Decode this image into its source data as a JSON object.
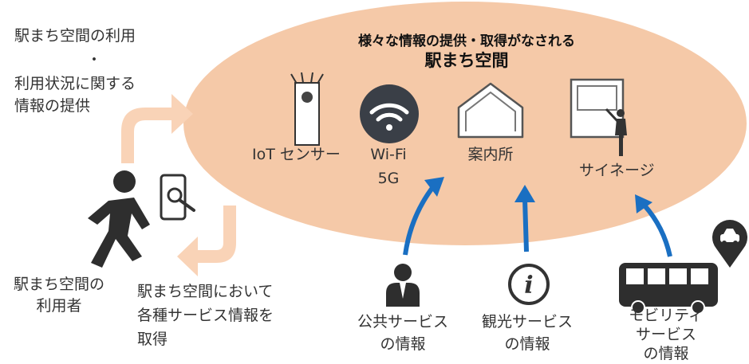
{
  "colors": {
    "ellipse_fill": "#F5C9A8",
    "peach_arrow": "#F9D3B7",
    "blue_arrow": "#1A6FC2",
    "icon_dark": "#2E2E2E",
    "wifi_circle": "#3A3F47"
  },
  "ellipse": {
    "title_line1": "様々な情報の提供・取得がなされる",
    "title_line2": "駅まち空間",
    "items": [
      {
        "icon": "iot-sensor-icon",
        "label": "IoT センサー"
      },
      {
        "icon": "wifi-icon",
        "label_line1": "Wi-Fi",
        "label_line2": "5G"
      },
      {
        "icon": "information-center-icon",
        "label": "案内所"
      },
      {
        "icon": "signage-icon",
        "label": "サイネージ"
      }
    ]
  },
  "top_left": {
    "line1": "駅まち空間の利用",
    "line2": "・",
    "line3": "利用状況に関する",
    "line4": "情報の提供"
  },
  "user": {
    "icon": "walking-person-icon",
    "phone_icon": "smartphone-search-icon",
    "line1": "駅まち空間の",
    "line2": "利用者"
  },
  "bottom_middle": {
    "line1": "駅まち空間において",
    "line2": "各種サービス情報を",
    "line3": "取得"
  },
  "sources": [
    {
      "icon": "businessperson-icon",
      "line1": "公共サービス",
      "line2": "の情報"
    },
    {
      "icon": "info-icon",
      "glyph": "i",
      "line1": "観光サービス",
      "line2": "の情報"
    },
    {
      "icon": "bus-icon",
      "pin_icon": "car-pin-icon",
      "line1": "モビリティ",
      "line2": "サービス",
      "line3": "の情報"
    }
  ]
}
